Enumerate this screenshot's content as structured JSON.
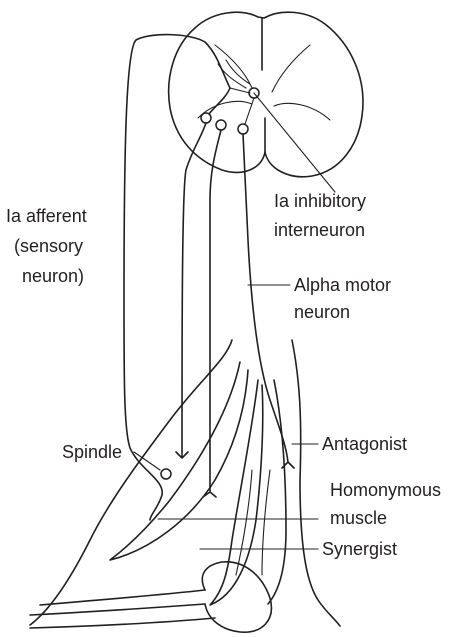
{
  "labels": {
    "ia_afferent": [
      "Ia afferent",
      "(sensory",
      "neuron)"
    ],
    "ia_inhibitory": [
      "Ia inhibitory",
      "interneuron"
    ],
    "alpha_motor": [
      "Alpha motor",
      "neuron"
    ],
    "spindle": "Spindle",
    "antagonist": "Antagonist",
    "homonymous": [
      "Homonymous",
      "muscle"
    ],
    "synergist": "Synergist"
  }
}
